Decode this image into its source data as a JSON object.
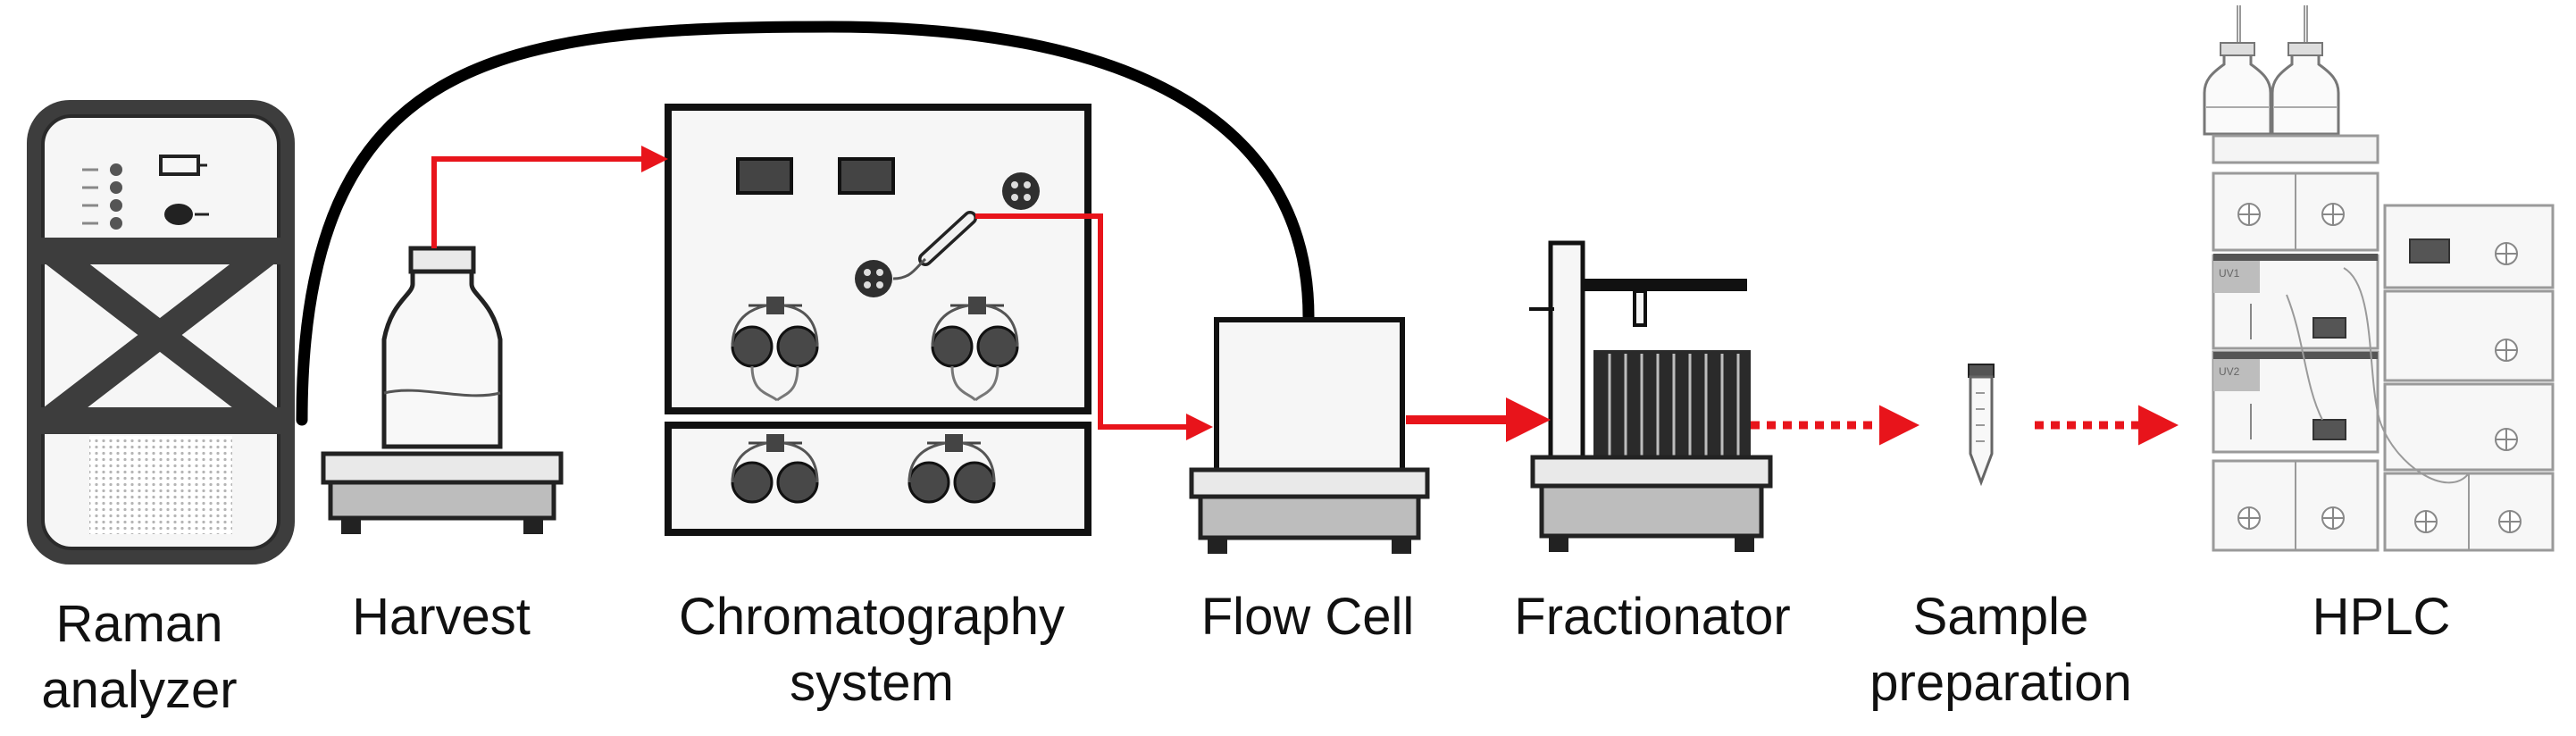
{
  "labels": {
    "raman_line1": "Raman",
    "raman_line2": "analyzer",
    "harvest": "Harvest",
    "chroma_line1": "Chromatography",
    "chroma_line2": "system",
    "flowcell": "Flow Cell",
    "fractionator": "Fractionator",
    "sample_line1": "Sample",
    "sample_line2": "preparation",
    "hplc": "HPLC",
    "hplc_uv1": "UV1",
    "hplc_uv2": "UV2"
  },
  "colors": {
    "flow_arrow": "#e8141b",
    "cable": "#000000",
    "equipment_dark": "#3a3a3a",
    "equipment_face": "#f4f4f4",
    "hplc_line": "#9a9a9a"
  },
  "icons": {
    "raman": "raman-analyzer-icon",
    "harvest": "harvest-bottle-icon",
    "chromatography": "chromatography-system-icon",
    "flowcell": "flow-cell-icon",
    "fractionator": "fractionator-icon",
    "sample": "sample-tube-icon",
    "hplc": "hplc-stack-icon"
  }
}
